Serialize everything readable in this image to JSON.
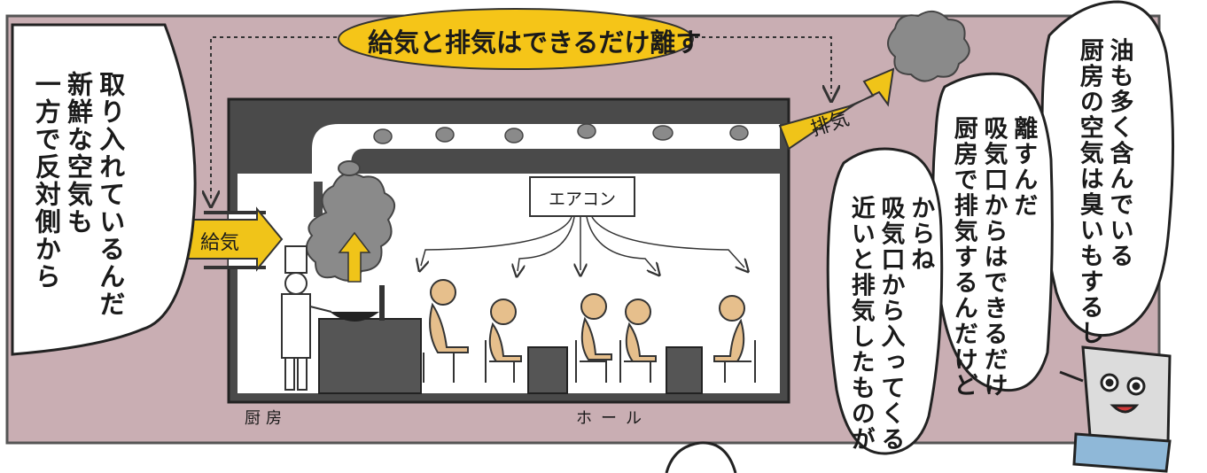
{
  "top_ellipse": {
    "text": "給気と排気はできるだけ離す"
  },
  "left_bubble": {
    "lines": [
      "一方で反対側から",
      "新鮮な空気も",
      "取り入れているんだ"
    ]
  },
  "bubble_kitchen_air": {
    "lines": [
      "厨房の空気は臭いもするし",
      "油も多く含んでいる"
    ]
  },
  "bubble_separate": {
    "lines": [
      "厨房で排気するんだけど",
      "吸気口からはできるだけ",
      "離すんだ"
    ]
  },
  "bubble_near": {
    "lines": [
      "近いと排気したものが",
      "吸気口から入ってくる",
      "からね"
    ]
  },
  "labels": {
    "exhaust": "排気",
    "supply": "給気",
    "aircon": "エアコン",
    "kitchen": "厨房",
    "hall": "ホール"
  },
  "colors": {
    "background_panel": "#c9aeb3",
    "building_wall": "#4a4a4a",
    "arrow_yellow": "#f0c419",
    "ellipse_yellow": "#f5c518",
    "person_skin": "#e6bf8c",
    "smoke": "#8a8a8a"
  }
}
